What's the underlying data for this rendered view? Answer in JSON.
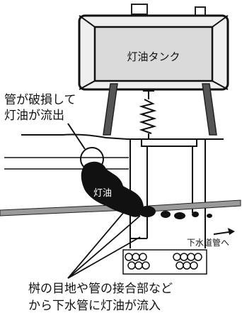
{
  "tank_label": "灯油タンク",
  "pipe_damage_label_line1": "管が破損して",
  "pipe_damage_label_line2": "灯油が流出",
  "kerosene_label": "灯油",
  "to_sewer_label": "下水道管へ",
  "caption_line1": "桝の目地や管の接合部など",
  "caption_line2": "から下水管に灯油が流入"
}
